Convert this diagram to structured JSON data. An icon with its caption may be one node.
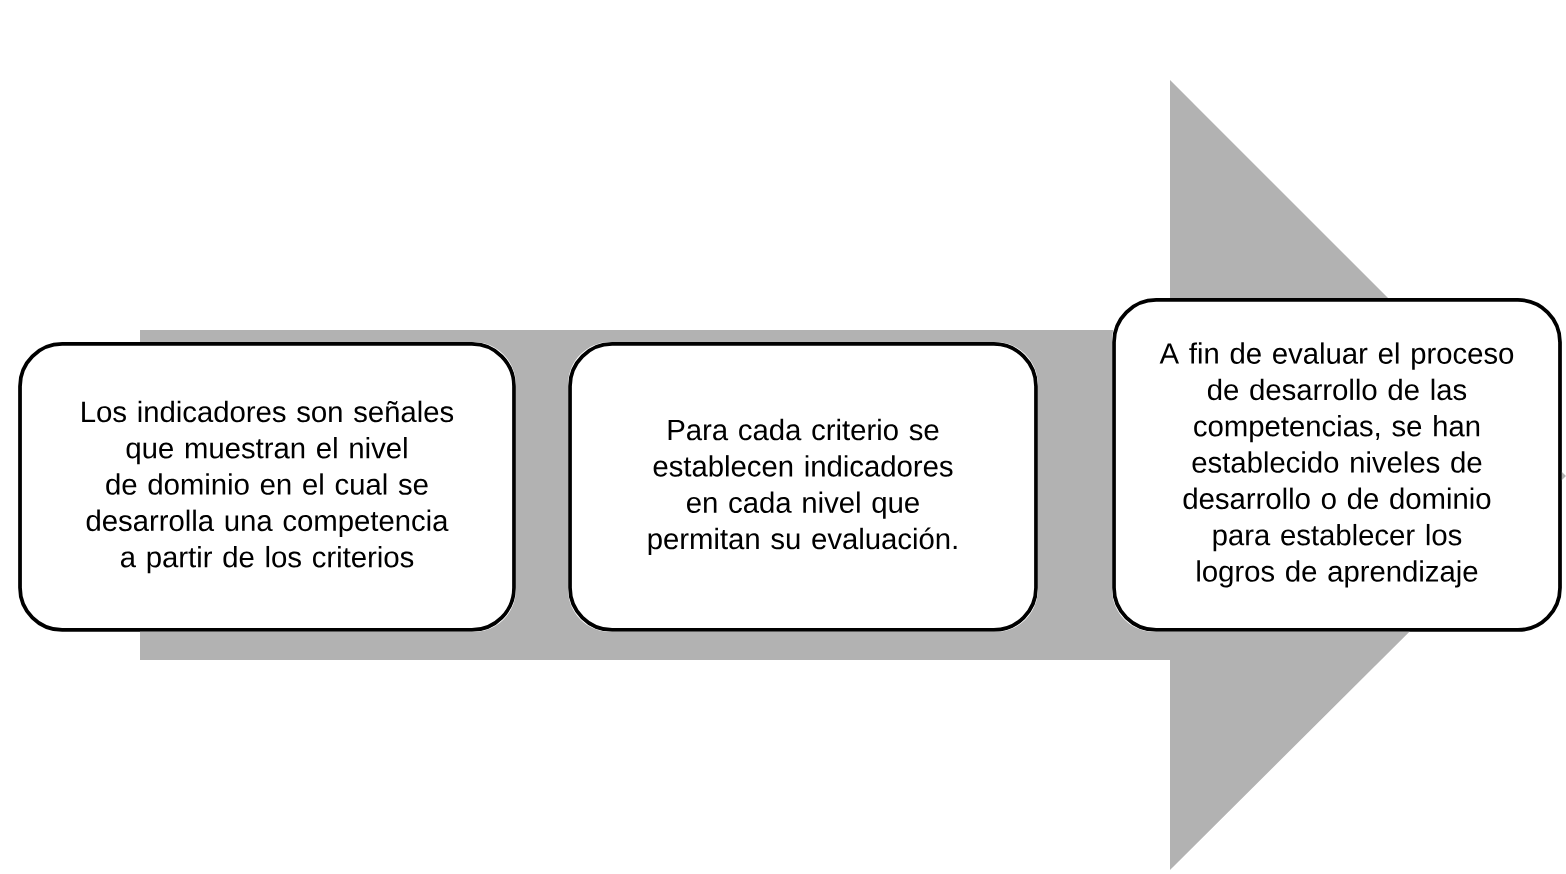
{
  "diagram": {
    "nodes": [
      {
        "text": [
          "Los indicadores son señales que muestran el nivel de dominio en el cual se desarrolla una competencia a partir de los criterios"
        ]
      },
      {
        "text": [
          "Para cada criterio se establecen indicadores en cada nivel que permitan su evaluación."
        ]
      },
      {
        "text": [
          "A fin de evaluar el proceso de desarrollo de las competencias, se han establecido niveles de desarrollo o de dominio para establecer los logros de aprendizaje"
        ]
      }
    ],
    "edges": [
      {
        "from": 0,
        "to": 2,
        "arrow": "to"
      }
    ]
  }
}
